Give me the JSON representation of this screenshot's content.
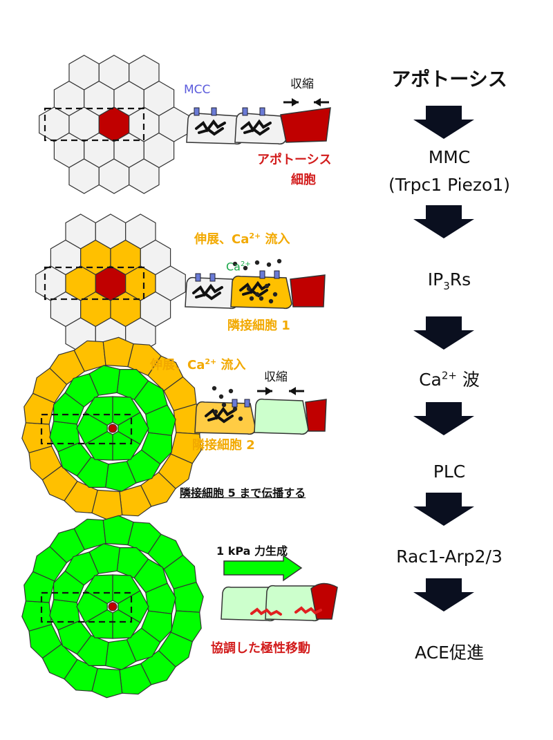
{
  "flow": {
    "title": "アポトーシス",
    "step1_line1": "MMC",
    "step1_line2": "(Trpc1 Piezo1)",
    "step2_a": "IP",
    "step2_sub": "3",
    "step2_b": "Rs",
    "step3_a": "Ca",
    "step3_sup": "2+",
    "step3_b": " 波",
    "step4": "PLC",
    "step5": "Rac1-Arp2/3",
    "step6": "ACE促進"
  },
  "panel1": {
    "mcc_label": "MCC",
    "contract_label": "収縮",
    "apoptotic_line1": "アポトーシス",
    "apoptotic_line2": "細胞"
  },
  "panel2": {
    "stretch_a": "伸展、Ca",
    "stretch_sup": "2+",
    "stretch_b": " 流入",
    "ca_a": "Ca",
    "ca_sup": "2+",
    "neighbor_label": "隣接細胞 1"
  },
  "panel3": {
    "stretch_a": "伸展、Ca",
    "stretch_sup": "2+",
    "stretch_b": " 流入",
    "contract_label": "収縮",
    "neighbor_label": "隣接細胞 2",
    "propagate_label": "隣接細胞 5 まで伝播する"
  },
  "panel4": {
    "force_label": "1 kPa 力生成",
    "migration_label": "協調した極性移動"
  },
  "colors": {
    "grey_cell": "#f2f2f2",
    "apoptotic": "#c00000",
    "orange_cell": "#ffc000",
    "green_cell": "#00ff00",
    "light_green_cell": "#ccffcc",
    "arrow_dark": "#0a0f1f",
    "label_orange": "#f2a900",
    "label_red": "#d21c1c",
    "mcc_blue": "#5b5bdc"
  }
}
